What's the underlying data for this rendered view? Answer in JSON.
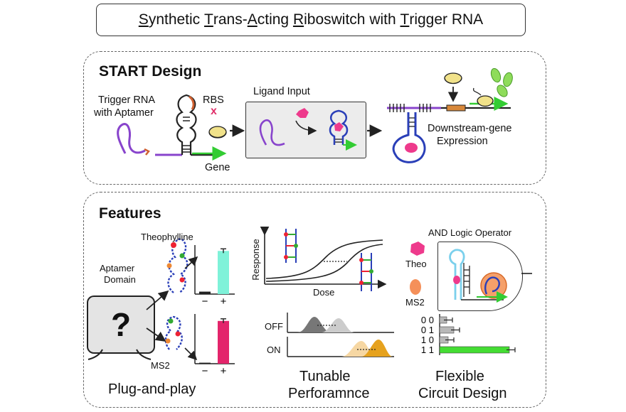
{
  "title": {
    "parts": [
      {
        "text": "S",
        "underline": true
      },
      {
        "text": "ynthetic ",
        "underline": false
      },
      {
        "text": "T",
        "underline": true
      },
      {
        "text": "rans-",
        "underline": false
      },
      {
        "text": "A",
        "underline": true
      },
      {
        "text": "cting ",
        "underline": false
      },
      {
        "text": "R",
        "underline": true
      },
      {
        "text": "iboswitch with ",
        "underline": false
      },
      {
        "text": "T",
        "underline": true
      },
      {
        "text": "rigger RNA",
        "underline": false
      }
    ]
  },
  "start_design": {
    "heading": "START Design",
    "trigger_label_1": "Trigger RNA",
    "trigger_label_2": "with Aptamer",
    "rbs_label": "RBS",
    "block_mark": "x",
    "gene_label": "Gene",
    "ligand_input_label": "Ligand Input",
    "output_label_1": "Downstream-gene",
    "output_label_2": "Expression"
  },
  "features": {
    "heading": "Features",
    "plug_and_play": {
      "theophylline_label": "Theophylline",
      "aptamer_label_1": "Aptamer",
      "aptamer_label_2": "Domain",
      "unknown_glyph": "?",
      "ms2_label": "MS2",
      "minus": "−",
      "plus": "+",
      "caption": "Plug-and-play",
      "bar_colors": {
        "theophylline": "#7ff2d9",
        "ms2": "#e3256b"
      }
    },
    "tunable": {
      "y_axis_label": "Response",
      "x_axis_label": "Dose",
      "off_label": "OFF",
      "on_label": "ON",
      "caption_1": "Tunable",
      "caption_2": "Perforamnce"
    },
    "flexible": {
      "heading": "AND Logic Operator",
      "theo_label": "Theo",
      "ms2_label": "MS2",
      "truth_rows": [
        "0  0",
        "0  1",
        "1  0",
        "1  1"
      ],
      "caption_1": "Flexible",
      "caption_2": "Circuit Design",
      "highlight_color": "#44dd33"
    }
  },
  "chart_data": [
    {
      "type": "bar",
      "title": "",
      "categories": [
        "−",
        "+"
      ],
      "series": [
        {
          "name": "Theophylline",
          "values": [
            0.05,
            0.88
          ]
        }
      ],
      "ylim": [
        0,
        1
      ]
    },
    {
      "type": "bar",
      "title": "",
      "categories": [
        "−",
        "+"
      ],
      "series": [
        {
          "name": "MS2",
          "values": [
            0.02,
            0.86
          ]
        }
      ],
      "ylim": [
        0,
        1
      ]
    },
    {
      "type": "bar",
      "title": "",
      "categories": [
        "0  0",
        "0  1",
        "1  0",
        "1  1"
      ],
      "values": [
        0.1,
        0.2,
        0.12,
        0.98
      ],
      "ylim": [
        0,
        1
      ]
    }
  ]
}
